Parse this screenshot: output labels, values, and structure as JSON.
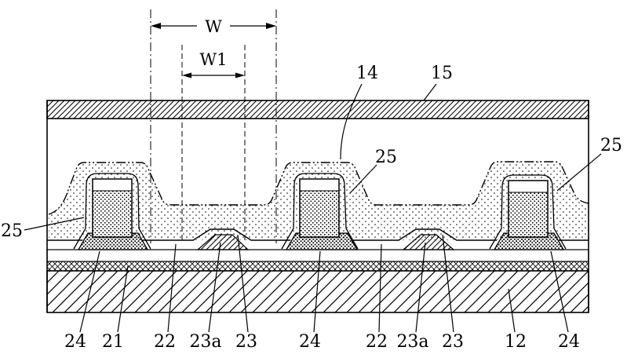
{
  "figure": {
    "kind": "patent-cross-section-diagram",
    "dimension_labels": {
      "w": "W",
      "w1": "W1"
    },
    "reference_numerals": {
      "r12": "12",
      "r14": "14",
      "r15": "15",
      "r21": "21",
      "r22": "22",
      "r23": "23",
      "r23a": "23a",
      "r24": "24",
      "r25": "25"
    }
  }
}
